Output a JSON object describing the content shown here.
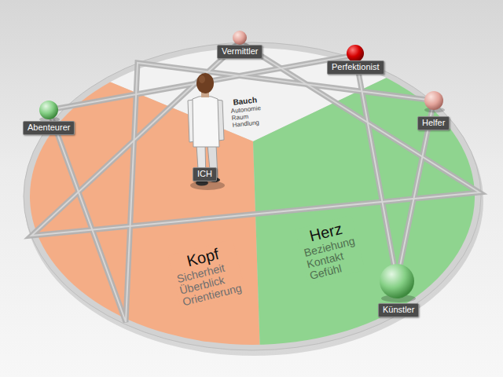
{
  "diagram": {
    "nodes": [
      {
        "text": [
          "Vermittler"
        ]
      },
      {
        "text": [
          "Perfektionist"
        ]
      },
      {
        "text": [
          "Abenteurer"
        ]
      },
      {
        "text": [
          "Bauch",
          "Autonomie Raum Handlung"
        ]
      },
      {
        "text": [
          "Helfer"
        ]
      },
      {
        "text": [
          "ICH"
        ]
      },
      {
        "text": [
          "Kopf",
          "Sicherheit Überblick Orientierung"
        ]
      },
      {
        "text": [
          "Herz",
          "Beziehung Kontakt Gefühl"
        ]
      },
      {
        "text": [
          "Künstler"
        ]
      }
    ]
  }
}
